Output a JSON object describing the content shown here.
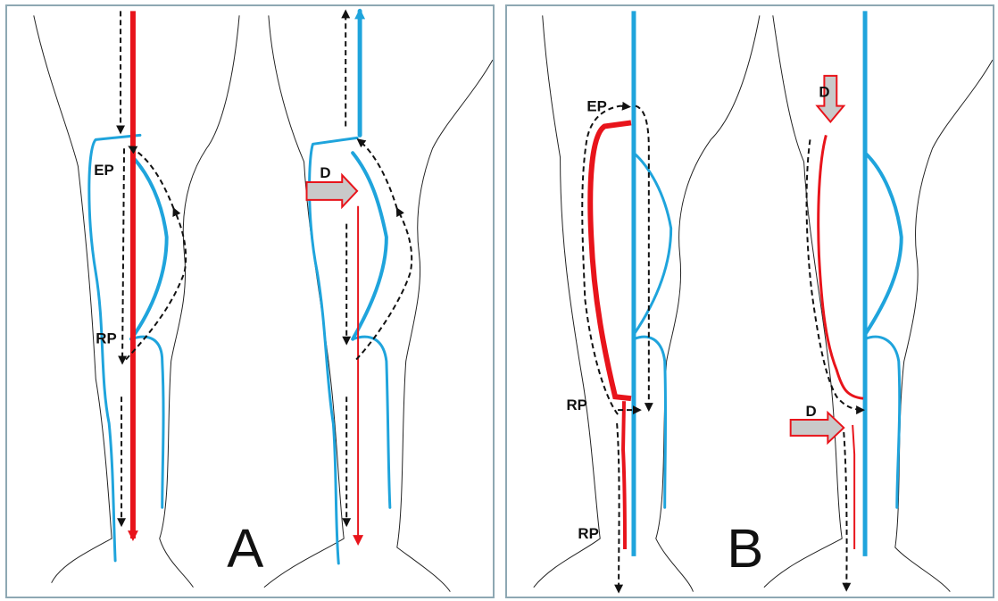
{
  "panel_a": {
    "letter": "A",
    "labels": {
      "ep": "EP",
      "rp": "RP",
      "d": "D"
    }
  },
  "panel_b": {
    "letter": "B",
    "labels": {
      "ep": "EP",
      "rp_upper": "RP",
      "rp_lower": "RP",
      "d_top": "D",
      "d_side": "D"
    }
  },
  "colors": {
    "deep_vein": "#1fa4dc",
    "reflux_flow": "#e8141b",
    "arrow_fill": "#c9c9c9",
    "dashed_flow": "#111111",
    "border": "#8ea8b3"
  }
}
